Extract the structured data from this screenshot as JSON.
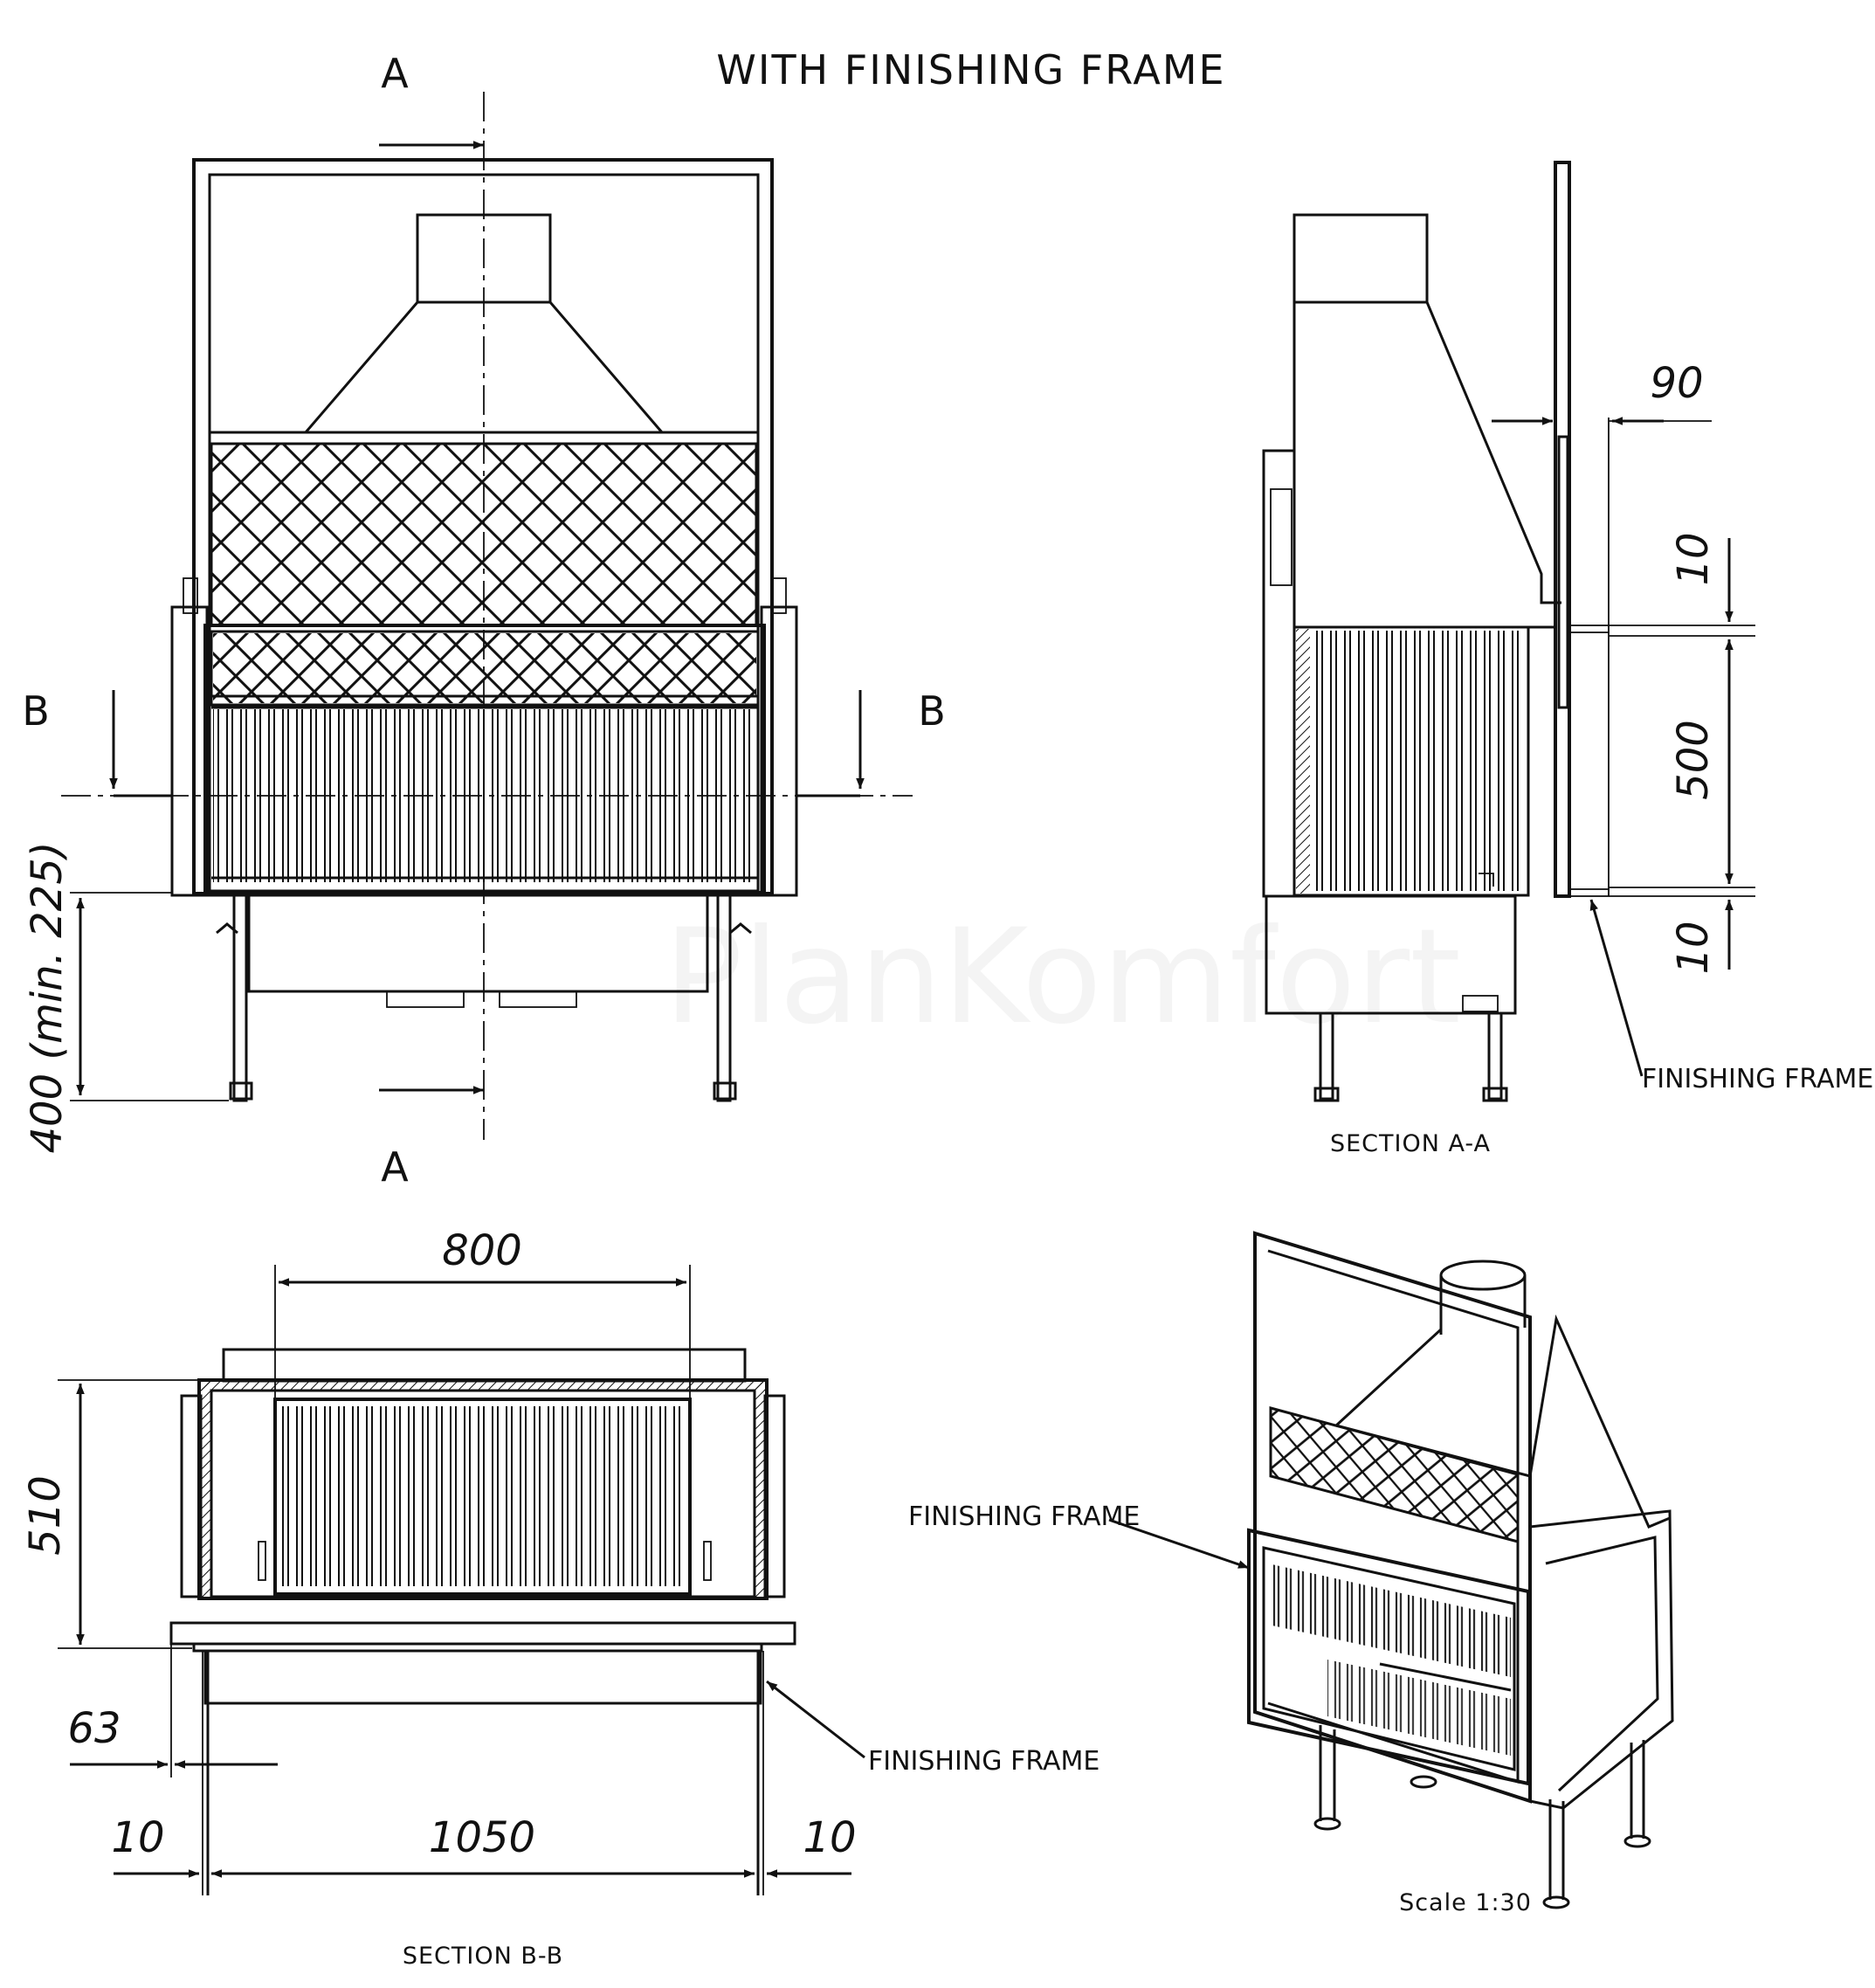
{
  "title": "WITH FINISHING FRAME",
  "section_marks": {
    "a_top": "A",
    "a_bottom": "A",
    "b_left": "B",
    "b_right": "B"
  },
  "front_view": {
    "height_dim": "400 (min. 225)"
  },
  "section_aa": {
    "caption": "SECTION A-A",
    "dims": {
      "depth": "90",
      "top_gap": "10",
      "opening": "500",
      "bottom_gap": "10"
    },
    "frame_label": "FINISHING FRAME"
  },
  "section_bb": {
    "caption": "SECTION B-B",
    "dims": {
      "inner_width": "800",
      "depth": "510",
      "offset": "63",
      "left": "10",
      "width": "1050",
      "right": "10"
    },
    "frame_label": "FINISHING FRAME"
  },
  "iso_view": {
    "frame_label": "FINISHING FRAME",
    "scale": "Scale 1:30"
  },
  "watermark": "PlanKomfort"
}
